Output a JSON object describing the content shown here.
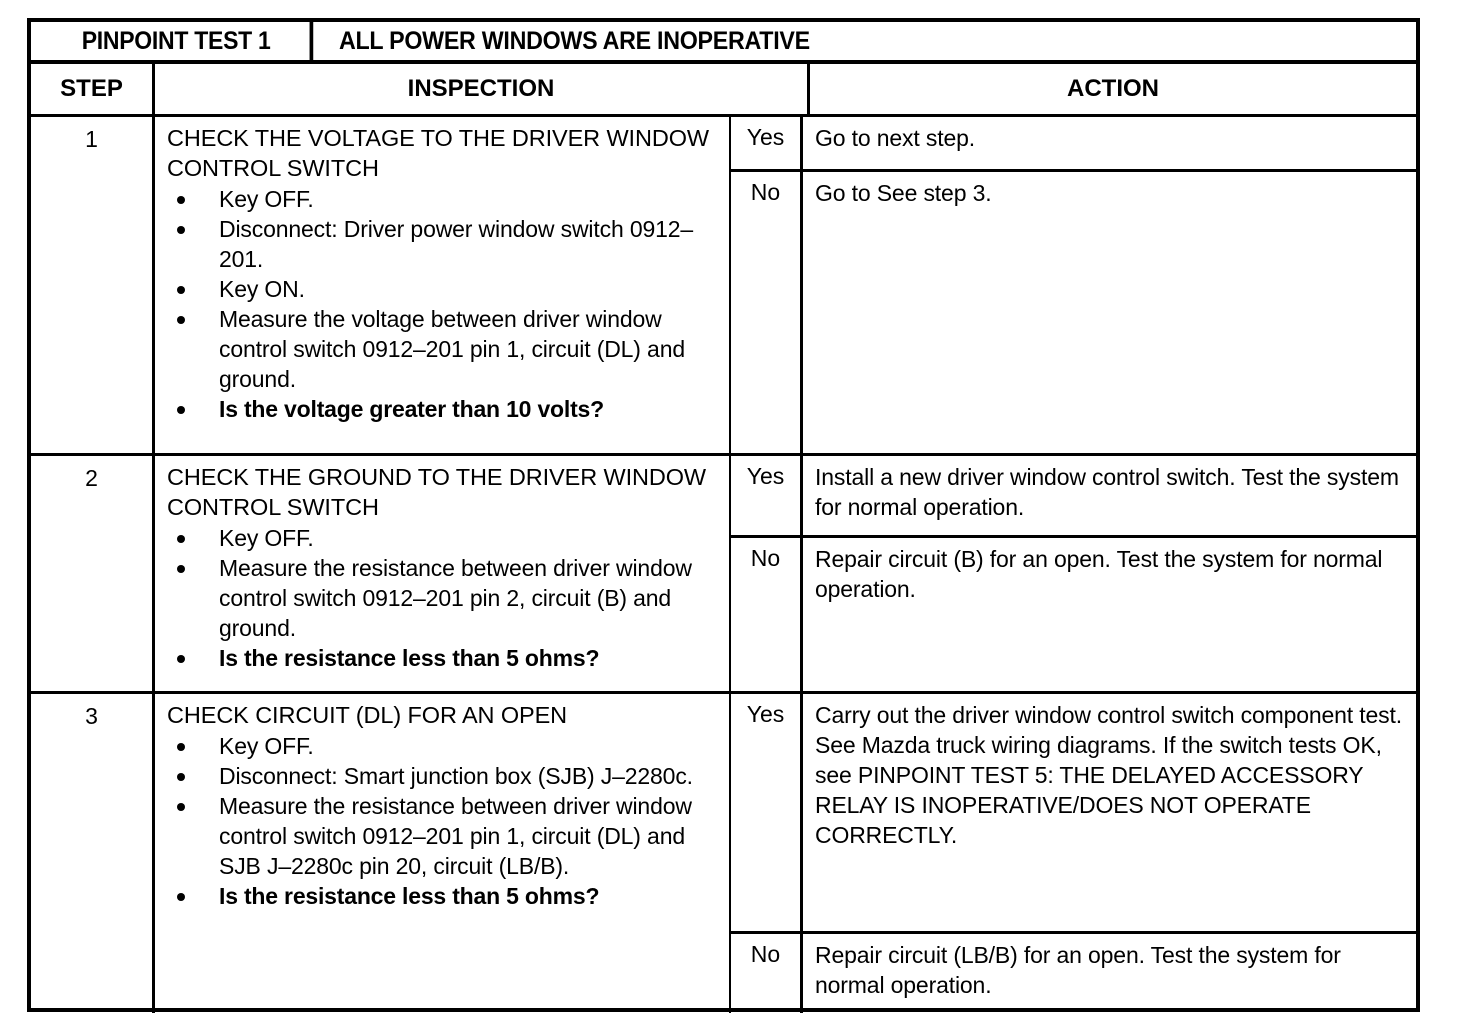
{
  "title_row": {
    "test_id": "PINPOINT TEST 1",
    "description": "ALL POWER WINDOWS ARE INOPERATIVE"
  },
  "column_headers": {
    "step": "STEP",
    "inspection": "INSPECTION",
    "action": "ACTION"
  },
  "steps": [
    {
      "number": "1",
      "inspection_title": "CHECK THE VOLTAGE TO THE DRIVER WINDOW CONTROL SWITCH",
      "bullets": [
        {
          "text": "Key OFF.",
          "bold": false
        },
        {
          "text": "Disconnect: Driver power window switch 0912–201.",
          "bold": false
        },
        {
          "text": "Key ON.",
          "bold": false
        },
        {
          "text": "Measure the voltage between driver window control switch 0912–201 pin 1, circuit (DL) and ground.",
          "bold": false
        },
        {
          "text": "Is the voltage greater than 10 volts?",
          "bold": true
        }
      ],
      "answers": [
        {
          "label": "Yes",
          "text": "Go to next step."
        },
        {
          "label": "No",
          "text": "Go to See step 3."
        }
      ]
    },
    {
      "number": "2",
      "inspection_title": "CHECK THE GROUND TO THE DRIVER WINDOW CONTROL SWITCH",
      "bullets": [
        {
          "text": "Key OFF.",
          "bold": false
        },
        {
          "text": "Measure the resistance between driver window control switch 0912–201 pin 2, circuit (B) and ground.",
          "bold": false
        },
        {
          "text": "Is the resistance less than 5 ohms?",
          "bold": true
        }
      ],
      "answers": [
        {
          "label": "Yes",
          "text": "Install a new driver window control switch.  Test the system for normal operation."
        },
        {
          "label": "No",
          "text": "Repair circuit (B) for an open.  Test the system for normal operation."
        }
      ]
    },
    {
      "number": "3",
      "inspection_title": "CHECK CIRCUIT (DL) FOR AN OPEN",
      "bullets": [
        {
          "text": "Key OFF.",
          "bold": false
        },
        {
          "text": "Disconnect:  Smart junction box (SJB) J–2280c.",
          "bold": false
        },
        {
          "text": "Measure the resistance between driver window control switch 0912–201 pin 1, circuit (DL) and SJB J–2280c pin 20, circuit (LB/B).",
          "bold": false
        },
        {
          "text": "Is the resistance less than 5 ohms?",
          "bold": true
        }
      ],
      "answers": [
        {
          "label": "Yes",
          "text": "Carry out the driver window control switch component test.  See Mazda truck wiring diagrams.  If the switch tests OK, see  PINPOINT TEST 5:  THE DELAYED ACCESSORY RELAY IS  INOPERATIVE/DOES NOT OPERATE CORRECTLY."
        },
        {
          "label": "No",
          "text": "Repair circuit (LB/B) for an open.  Test the system for normal operation."
        }
      ]
    }
  ]
}
